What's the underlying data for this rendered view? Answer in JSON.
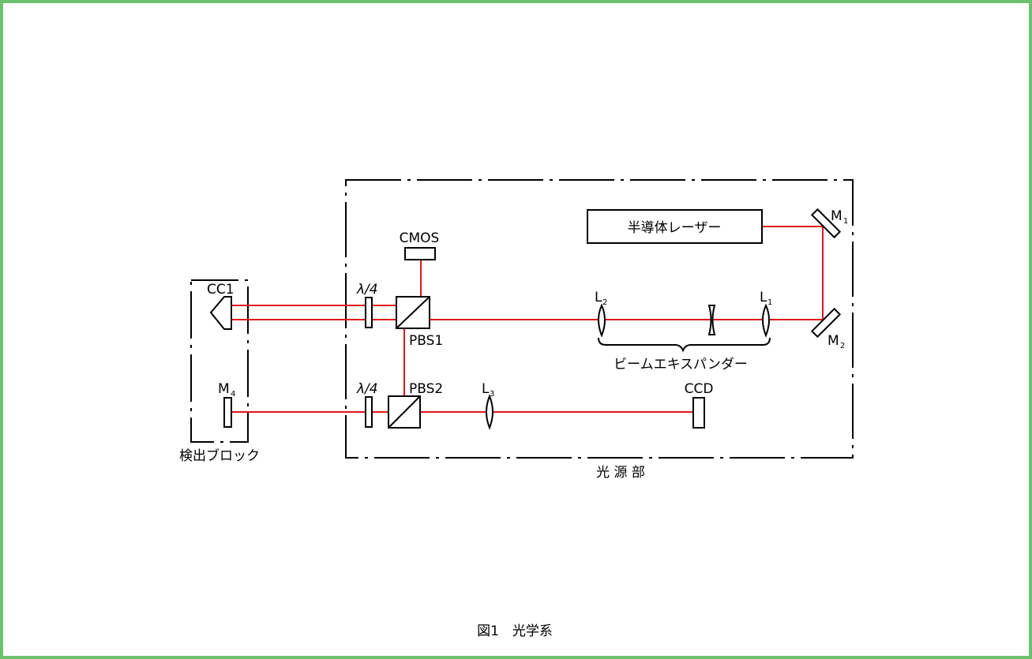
{
  "colors": {
    "beam": "#e0141e",
    "line": "#000000",
    "frame": "#6cc26c",
    "background": "#ffffff"
  },
  "labels": {
    "cmos": "CMOS",
    "cc1": "CC1",
    "qwp1": "λ/4",
    "qwp2": "λ/4",
    "pbs1": "PBS1",
    "pbs2": "PBS2",
    "m4": "M",
    "m4_sub": "4",
    "l3": "L",
    "l3_sub": "3",
    "ccd": "CCD",
    "l2": "L",
    "l2_sub": "2",
    "l1": "L",
    "l1_sub": "1",
    "m1": "M",
    "m1_sub": "1",
    "m2": "M",
    "m2_sub": "2",
    "laser": "半導体レーザー",
    "beam_expander": "ビームエキスパンダー",
    "detection_block": "検出ブロック",
    "light_source_unit": "光 源 部"
  },
  "caption": "図1　光学系"
}
